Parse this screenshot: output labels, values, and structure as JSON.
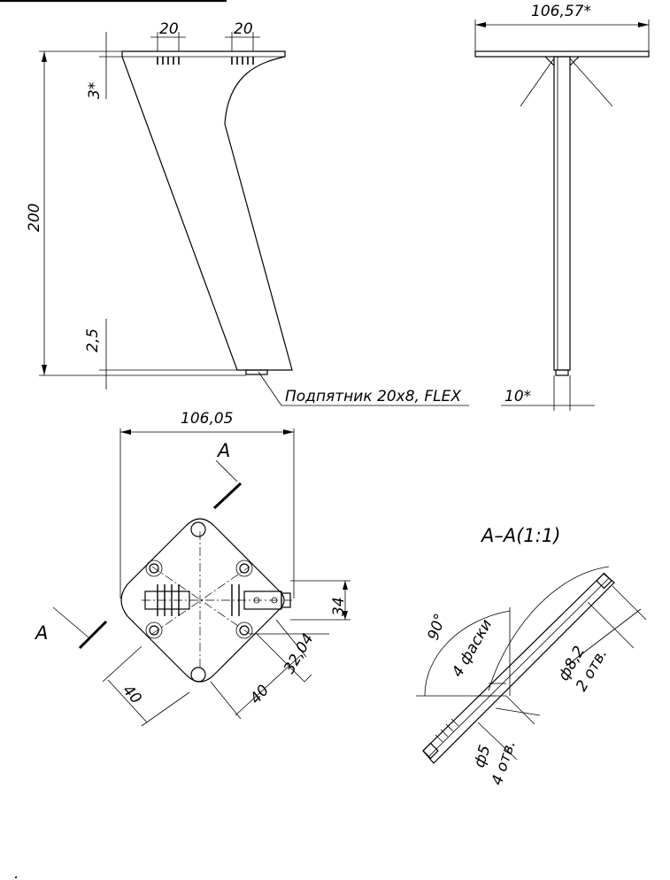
{
  "side_view": {
    "dim_top_left": "20",
    "dim_top_right": "20",
    "dim_plate_thickness": "3*",
    "dim_height": "200",
    "dim_pad": "2,5",
    "callout": "Подпятник 20х8, FLEX"
  },
  "front_view": {
    "dim_width": "106,57*",
    "dim_tube": "10*"
  },
  "plan_view": {
    "dim_width": "106,05",
    "section_mark_top": "A",
    "section_mark_left": "A",
    "dim_height": "34",
    "dim_diag": "32,04",
    "dim_side_left": "40",
    "dim_side_bottom": "40"
  },
  "section_view": {
    "title": "А–А(1:1)",
    "dim_angle": "90°",
    "dim_chamfer": "4 фаски",
    "dim_hole_large": "ф8,2",
    "dim_hole_large_count": "2 отв.",
    "dim_hole_small": "ф5",
    "dim_hole_small_count": "4 отв."
  },
  "footer_mark": "."
}
